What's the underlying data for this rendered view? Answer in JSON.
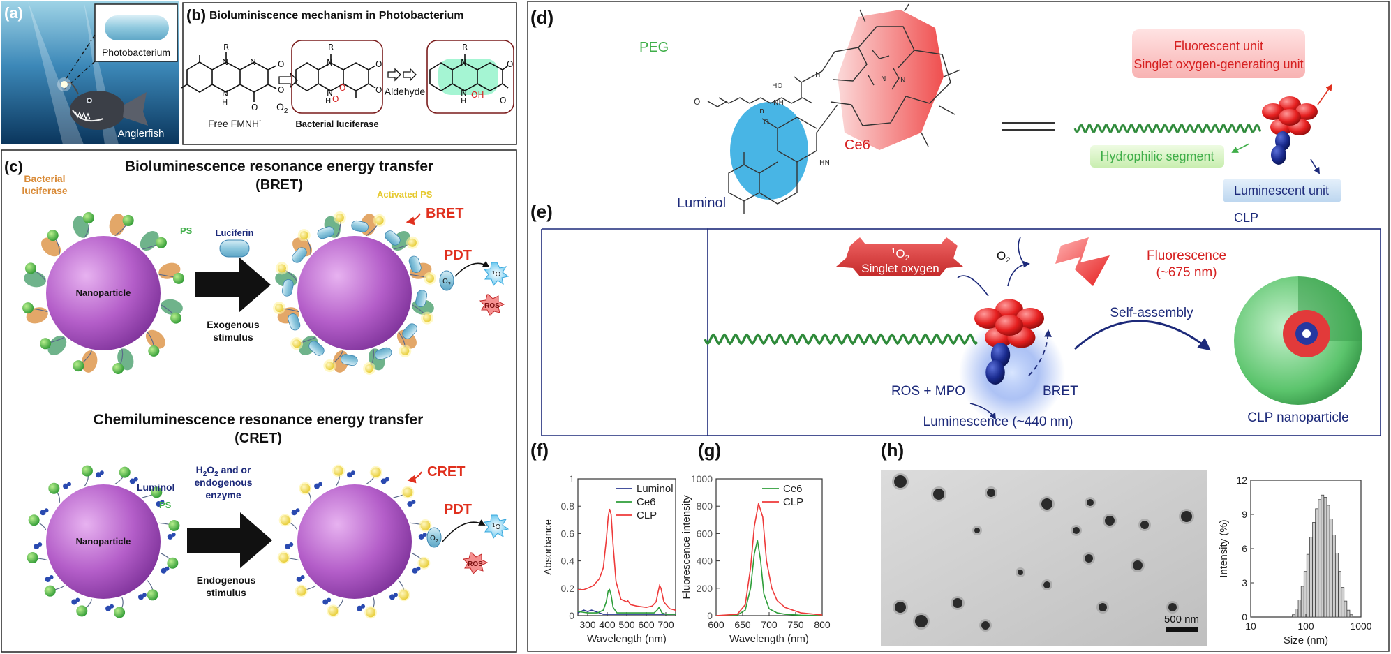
{
  "colors": {
    "ocean_top": "#8ec9e0",
    "ocean_bottom": "#0b3c66",
    "nanoparticle": "#b35cc8",
    "ps_green": "#52b848",
    "luciferin_blue": "#3d86b2",
    "red_label": "#e0301e",
    "navy_label": "#1d2a7a",
    "ce6_red": "#f25a5a",
    "luminol_blue": "#28a8e0",
    "line_luminol": "#2b3990",
    "line_ce6": "#2e9e3a",
    "line_clp": "#ee3a3a"
  },
  "panel_a": {
    "label": "(a)",
    "inset_label": "Photobacterium",
    "fish_label": "Anglerfish"
  },
  "panel_b": {
    "label": "(b)",
    "title": "Bioluminiscence mechanism in Photobacterium",
    "free_fmnh": "Free FMNH",
    "free_fmnh_sup": "-",
    "o2": "O",
    "o2_sub": "2",
    "aldehyde": "Aldehyde",
    "luciferase": "Bacterial luciferase",
    "atom_r": "R",
    "atom_n": "N",
    "atom_h": "H",
    "atom_o": "O",
    "atom_oh": "OH",
    "atom_nh": "N",
    "atom_minus": "-",
    "atom_o_radical": "O",
    "atom_o_minus": "O⁻"
  },
  "panel_c": {
    "label": "(c)",
    "bret_title": "Bioluminescence resonance energy transfer",
    "bret_abbr": "(BRET)",
    "cret_title": "Chemiluminescence resonance energy transfer",
    "cret_abbr": "(CRET)",
    "bacterial_luciferase": [
      "Bacterial",
      "luciferase"
    ],
    "ps": "PS",
    "nanoparticle": "Nanoparticle",
    "luciferin": "Luciferin",
    "exogenous": [
      "Exogenous",
      "stimulus"
    ],
    "activated_ps": "Activated PS",
    "bret": "BRET",
    "pdt": "PDT",
    "ros": "ROS",
    "o2_left": "O",
    "o2_left_sub": "2",
    "singlet": "O",
    "singlet_sup": "1",
    "luminol": "Luminol",
    "h2o2": [
      "H",
      "2",
      "O",
      "2",
      " and or"
    ],
    "endogenous_enzyme": [
      "endogenous",
      "enzyme"
    ],
    "endogenous": [
      "Endogenous",
      "stimulus"
    ],
    "cret": "CRET"
  },
  "panel_d": {
    "label": "(d)",
    "peg": "PEG",
    "ce6": "Ce6",
    "luminol": "Luminol",
    "clp": "CLP",
    "fluorescent_unit": "Fluorescent unit",
    "singlet_unit": "Singlet oxygen-generating unit",
    "hydrophilic": "Hydrophilic segment",
    "luminescent_unit": "Luminescent unit",
    "atom_ho": "HO",
    "atom_o": "O",
    "atom_n": "n",
    "atom_hn": "HN",
    "atom_nh": "NH",
    "atom_n_plain": "N",
    "atom_h": "H"
  },
  "panel_e": {
    "label": "(e)",
    "singlet_sup": "1",
    "singlet_o": "O",
    "singlet_sub": "2",
    "singlet_text": "Singlet oxygen",
    "o2": "O",
    "o2_sub": "2",
    "fluorescence": "Fluorescence",
    "fluorescence_nm": "(~675 nm)",
    "self_assembly": "Self-assembly",
    "ros_mpo": "ROS + MPO",
    "bret": "BRET",
    "luminescence": "Luminescence (~440 nm)",
    "clp_np": "CLP nanoparticle"
  },
  "chart_data": [
    {
      "panel": "(f)",
      "type": "line",
      "xlabel": "Wavelength (nm)",
      "ylabel": "Absorbance",
      "xlim": [
        250,
        750
      ],
      "ylim": [
        0,
        1.0
      ],
      "xticks": [
        300,
        400,
        500,
        600,
        700
      ],
      "yticks": [
        0.0,
        0.2,
        0.4,
        0.6,
        0.8,
        1.0
      ],
      "legend": "top-right",
      "series": [
        {
          "name": "Luminol",
          "color": "#2b3990",
          "x": [
            250,
            280,
            300,
            320,
            340,
            360,
            380,
            400,
            450,
            500,
            550,
            600,
            650,
            700,
            750
          ],
          "y": [
            0.02,
            0.04,
            0.03,
            0.04,
            0.03,
            0.02,
            0.01,
            0.01,
            0.01,
            0.01,
            0.01,
            0.01,
            0.01,
            0.01,
            0.01
          ]
        },
        {
          "name": "Ce6",
          "color": "#2e9e3a",
          "x": [
            250,
            300,
            350,
            380,
            395,
            405,
            412,
            420,
            430,
            450,
            500,
            550,
            600,
            640,
            655,
            665,
            670,
            680,
            700,
            750
          ],
          "y": [
            0.03,
            0.02,
            0.02,
            0.04,
            0.1,
            0.18,
            0.19,
            0.15,
            0.06,
            0.02,
            0.02,
            0.02,
            0.02,
            0.02,
            0.04,
            0.06,
            0.05,
            0.02,
            0.01,
            0.01
          ]
        },
        {
          "name": "CLP",
          "color": "#ee3a3a",
          "x": [
            250,
            280,
            300,
            330,
            360,
            380,
            395,
            405,
            412,
            420,
            430,
            445,
            470,
            500,
            505,
            520,
            550,
            600,
            630,
            650,
            660,
            668,
            675,
            690,
            720,
            750
          ],
          "y": [
            0.19,
            0.19,
            0.2,
            0.22,
            0.27,
            0.35,
            0.55,
            0.72,
            0.78,
            0.74,
            0.52,
            0.25,
            0.12,
            0.1,
            0.11,
            0.08,
            0.07,
            0.06,
            0.07,
            0.1,
            0.17,
            0.22,
            0.2,
            0.1,
            0.05,
            0.04
          ]
        }
      ]
    },
    {
      "panel": "(g)",
      "type": "line",
      "xlabel": "Wavelength (nm)",
      "ylabel": "Fluorescence intensity",
      "xlim": [
        600,
        800
      ],
      "ylim": [
        0,
        1000
      ],
      "xticks": [
        600,
        650,
        700,
        750,
        800
      ],
      "yticks": [
        0,
        200,
        400,
        600,
        800,
        1000
      ],
      "legend": "top-right",
      "series": [
        {
          "name": "Ce6",
          "color": "#2e9e3a",
          "x": [
            600,
            640,
            655,
            665,
            672,
            678,
            684,
            690,
            700,
            715,
            730,
            760,
            800
          ],
          "y": [
            0,
            5,
            40,
            200,
            450,
            550,
            400,
            160,
            50,
            20,
            10,
            3,
            0
          ]
        },
        {
          "name": "CLP",
          "color": "#ee3a3a",
          "x": [
            600,
            640,
            655,
            665,
            672,
            680,
            688,
            695,
            705,
            715,
            730,
            760,
            800
          ],
          "y": [
            0,
            10,
            80,
            350,
            650,
            820,
            720,
            400,
            200,
            110,
            60,
            20,
            5
          ]
        }
      ]
    },
    {
      "panel": "(h)",
      "type": "bar",
      "xlabel": "Size (nm)",
      "ylabel": "Intensity (%)",
      "xscale": "log",
      "xlim": [
        10,
        1000
      ],
      "ylim": [
        0,
        12
      ],
      "xticks": [
        10,
        100,
        1000
      ],
      "yticks": [
        0,
        3,
        6,
        9,
        12
      ],
      "x": [
        60,
        68,
        77,
        87,
        98,
        110,
        124,
        140,
        158,
        178,
        200,
        226,
        255,
        287,
        324,
        365,
        412,
        465,
        524,
        591,
        667
      ],
      "values": [
        0.2,
        0.7,
        1.5,
        2.7,
        4.0,
        5.5,
        7.0,
        8.3,
        9.5,
        10.3,
        10.7,
        10.5,
        9.8,
        8.6,
        7.2,
        5.6,
        4.0,
        2.6,
        1.4,
        0.6,
        0.2
      ]
    }
  ],
  "panel_h": {
    "label": "(h)",
    "scale_bar": "500 nm"
  }
}
